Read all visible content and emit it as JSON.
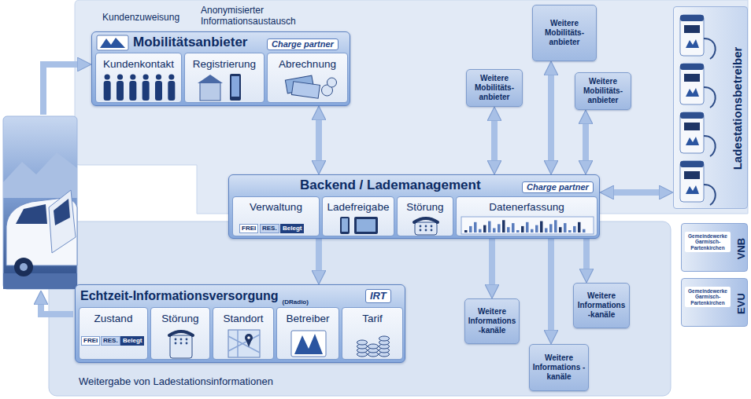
{
  "diagram": {
    "nodes": [
      {
        "text": [
          "Kundenzuweisung",
          "Anonymisierter Informationsaustausch"
        ]
      },
      {
        "text": [
          "Mobilitätsanbieter",
          "Charge partner"
        ],
        "in": 0
      },
      {
        "text": [
          "Kundenkontakt"
        ],
        "in": 1
      },
      {
        "text": [
          "Registrierung"
        ],
        "in": 1
      },
      {
        "text": [
          "Abrechnung"
        ],
        "in": 1
      },
      {
        "text": [
          "Weitere Mobilitäts- anbieter"
        ],
        "in": 0
      },
      {
        "text": [
          "Weitere Mobilitäts- anbieter"
        ],
        "in": 0
      },
      {
        "text": [
          "Weitere Mobilitäts- anbieter"
        ],
        "in": 0
      },
      {
        "text": [
          "Ladestationsbetreiber"
        ]
      },
      {
        "text": [
          "Backend / Lademanagement",
          "Charge partner"
        ]
      },
      {
        "text": [
          "Verwaltung",
          "FREI",
          "RES.",
          "Belegt"
        ],
        "in": 9
      },
      {
        "text": [
          "Ladefreigabe"
        ],
        "in": 9
      },
      {
        "text": [
          "Störung"
        ],
        "in": 9
      },
      {
        "text": [
          "Datenerfassung"
        ],
        "in": 9
      },
      {
        "text": [
          "Gemeindewerke Garmisch-Partenkirchen",
          "VNB"
        ]
      },
      {
        "text": [
          "Gemeindewerke Garmisch-Partenkirchen",
          "EVU"
        ]
      },
      {
        "text": [
          "Weitergabe von Ladestationsinformationen"
        ]
      },
      {
        "text": [
          "Echtzeit-Informationsversorgung",
          "(DRadio)",
          "IRT"
        ],
        "in": 16
      },
      {
        "text": [
          "Zustand",
          "FREI",
          "RES.",
          "Belegt"
        ],
        "in": 17
      },
      {
        "text": [
          "Störung"
        ],
        "in": 17
      },
      {
        "text": [
          "Standort"
        ],
        "in": 17
      },
      {
        "text": [
          "Betreiber"
        ],
        "in": 17
      },
      {
        "text": [
          "Tarif"
        ],
        "in": 17
      },
      {
        "text": [
          "Weitere Informations -kanäle"
        ],
        "in": 16
      },
      {
        "text": [
          "Weitere Informations -kanäle"
        ],
        "in": 16
      },
      {
        "text": [
          "Weitere Informations -kanäle"
        ],
        "in": 16
      }
    ],
    "edges": [
      {
        "from": 1,
        "to": 9,
        "arrow": "both"
      },
      {
        "from": 5,
        "to": 9,
        "arrow": "both"
      },
      {
        "from": 6,
        "to": 9,
        "arrow": "both"
      },
      {
        "from": 7,
        "to": 9,
        "arrow": "both"
      },
      {
        "from": 9,
        "to": 8,
        "arrow": "both"
      },
      {
        "from": 9,
        "to": 17,
        "arrow": "to"
      },
      {
        "from": 9,
        "to": 23,
        "arrow": "to"
      },
      {
        "from": 9,
        "to": 24,
        "arrow": "to"
      },
      {
        "from": 9,
        "to": 25,
        "arrow": "to"
      }
    ]
  }
}
